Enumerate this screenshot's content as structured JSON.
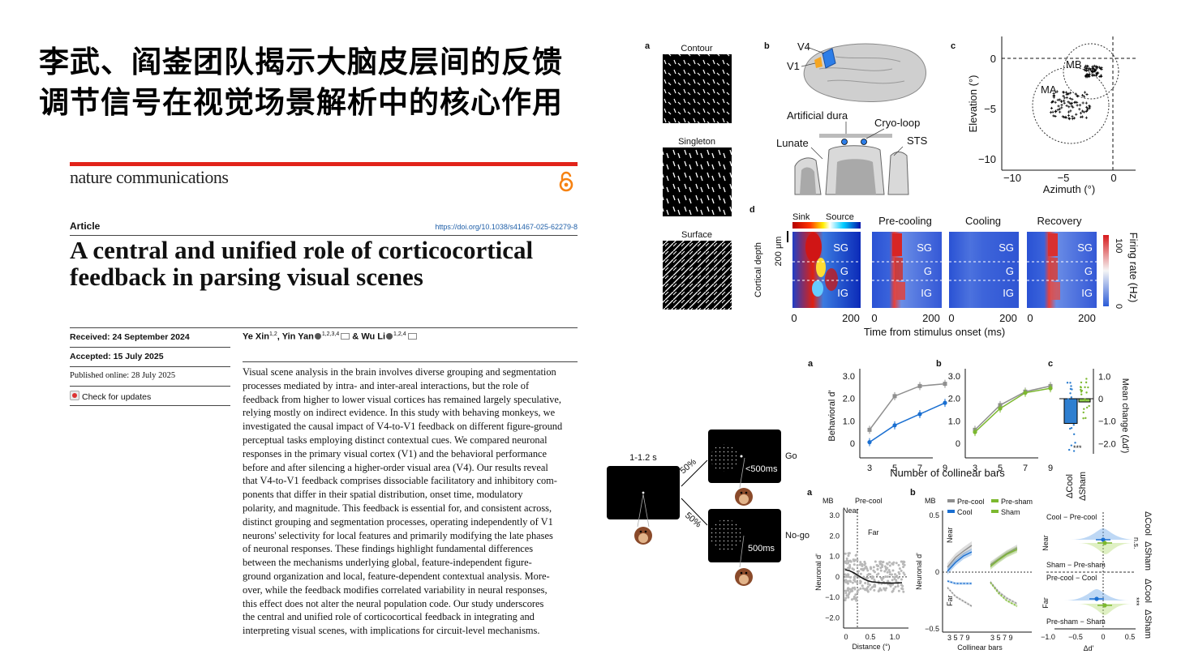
{
  "headline": {
    "line1": "李武、阎崟团队揭示大脑皮层间的反馈",
    "line2": "调节信号在视觉场景解析中的核心作用"
  },
  "paper": {
    "journal": "nature communications",
    "article_type": "Article",
    "doi": "https://doi.org/10.1038/s41467-025-62279-8",
    "title_line1": "A central and unified role of corticocortical",
    "title_line2": "feedback in parsing visual scenes",
    "received": "Received: 24 September 2024",
    "accepted": "Accepted: 15 July 2025",
    "published": "Published online: 28 July 2025",
    "check_updates": "Check for updates",
    "author1": "Ye Xin",
    "author1_sup": "1,2",
    "author_sep1": ", ",
    "author2": "Yin Yan",
    "author2_sup": "1,2,3,4",
    "author_sep2": " & ",
    "author3": "Wu Li",
    "author3_sup": "1,2,4",
    "abstract_lines": [
      "Visual scene analysis in the brain involves diverse grouping and segmentation",
      "processes mediated by intra- and inter-areal interactions, but the role of",
      "feedback from higher to lower visual cortices has remained largely speculative,",
      "relying mostly on indirect evidence. In this study with behaving monkeys, we",
      "investigated the causal impact of V4-to-V1 feedback on different figure-ground",
      "perceptual tasks employing distinct contextual cues. We compared neuronal",
      "responses in the primary visual cortex (V1) and the behavioral performance",
      "before and after silencing a higher-order visual area (V4). Our results reveal",
      "that V4-to-V1 feedback comprises dissociable facilitatory and inhibitory com-",
      "ponents that differ in their spatial distribution, onset time, modulatory",
      "polarity, and magnitude. This feedback is essential for, and consistent across,",
      "distinct grouping and segmentation processes, operating independently of V1",
      "neurons' selectivity for local features and primarily modifying the late phases",
      "of neuronal responses. These findings highlight fundamental differences",
      "between the mechanisms underlying global, feature-independent figure-",
      "ground organization and local, feature-dependent contextual analysis. More-",
      "over, while the feedback modifies correlated variability in neural responses,",
      "this effect does not alter the neural population code. Our study underscores",
      "the central and unified role of corticocortical feedback in integrating and",
      "interpreting visual scenes, with implications for circuit-level mechanisms."
    ]
  },
  "fig1": {
    "panel_a": "a",
    "panel_b": "b",
    "panel_c": "c",
    "panel_d": "d",
    "contour": "Contour",
    "singleton": "Singleton",
    "surface": "Surface",
    "v4": "V4",
    "v1": "V1",
    "artificial_dura": "Artificial dura",
    "cryo_loop": "Cryo-loop",
    "lunate": "Lunate",
    "sts": "STS",
    "v4_sulcus": "V4",
    "mb": "MB",
    "ma": "MA",
    "elev_label": "Elevation (°)",
    "azim_label": "Azimuth (°)",
    "c_yticks": [
      "0",
      "−5",
      "−10"
    ],
    "c_xticks": [
      "−10",
      "−5",
      "0"
    ],
    "sink": "Sink",
    "source": "Source",
    "depth_label": "Cortical depth",
    "depth_scale": "200 μm",
    "precooling": "Pre-cooling",
    "cooling": "Cooling",
    "recovery": "Recovery",
    "layers": [
      "SG",
      "G",
      "IG"
    ],
    "time_label": "Time from stimulus onset (ms)",
    "xt0": "0",
    "xt200": "200",
    "firing_label": "Firing rate (Hz)",
    "fr_max": "100",
    "fr_min": "0"
  },
  "task": {
    "duration": "1-1.2 s",
    "p1": "50%",
    "p2": "50%",
    "go": "Go",
    "nogo": "No-go",
    "go_time": "<500ms",
    "nogo_time": "500ms"
  },
  "fig2": {
    "pa": "a",
    "pb": "b",
    "pc": "c",
    "ylabel": "Behavioral d'",
    "xlabel": "Number of collinear bars",
    "yticks": [
      "3.0",
      "2.0",
      "1.0",
      "0"
    ],
    "xticks": [
      "3",
      "5",
      "7",
      "9"
    ],
    "c_yticks": [
      "1.0",
      "0",
      "−1.0",
      "−2.0"
    ],
    "c_ylabel": "Mean change (Δd')",
    "c_x1": "ΔCool",
    "c_x2": "ΔSham",
    "sig": "***"
  },
  "fig3": {
    "pa": "a",
    "pb": "b",
    "a_mb": "MB",
    "a_precool": "Pre-cool",
    "near": "Near",
    "far": "Far",
    "a_ylabel": "Neuronal d'",
    "a_yticks": [
      "3.0",
      "2.0",
      "1.0",
      "0",
      "−1.0",
      "−2.0"
    ],
    "a_xticks": [
      "0",
      "0.5",
      "1.0"
    ],
    "a_xlabel": "Distance (°)",
    "b_mb": "MB",
    "b_leg1": "Pre-cool",
    "b_leg2": "Pre-sham",
    "b_leg3": "Cool",
    "b_leg4": "Sham",
    "b_ylabel": "Neuronal d'",
    "b_yticks": [
      "0.5",
      "0",
      "−0.5"
    ],
    "b_xticks": "3 5 7 9",
    "b_xlabel": "Collinear bars",
    "c_top1": "Cool − Pre-cool",
    "c_top2": "Sham − Pre-sham",
    "c_bot1": "Pre-cool − Cool",
    "c_bot2": "Pre-sham − Sham",
    "c_ns": "n.s.",
    "c_sig": "***",
    "c_dcool": "ΔCool",
    "c_dsham": "ΔSham",
    "c_xticks": [
      "−1.0",
      "−0.5",
      "0",
      "0.5"
    ],
    "c_xlabel": "Δd'"
  }
}
